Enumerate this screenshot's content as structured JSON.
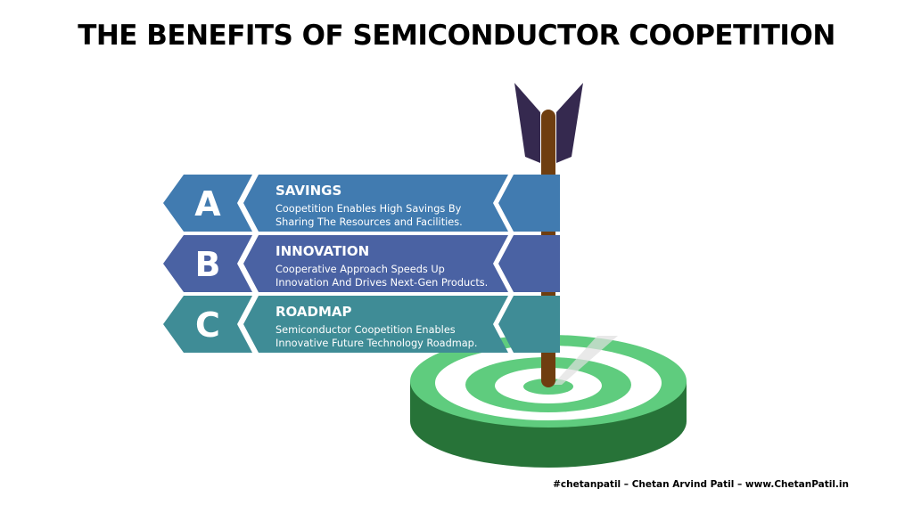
{
  "title": "THE BENEFITS OF SEMICONDUCTOR COOPETITION",
  "items": [
    {
      "letter": "A",
      "heading": "SAVINGS",
      "line1": "Coopetition Enables High Savings By",
      "line2": "Sharing The Resources and Facilities.",
      "color": "#417BB0"
    },
    {
      "letter": "B",
      "heading": "INNOVATION",
      "line1": "Cooperative Approach Speeds Up",
      "line2": "Innovation And Drives Next-Gen Products.",
      "color": "#4A62A3"
    },
    {
      "letter": "C",
      "heading": "ROADMAP",
      "line1": "Semiconductor Coopetition Enables",
      "line2": "Innovative Future Technology Roadmap.",
      "color": "#3F8C96"
    }
  ],
  "footer": "#chetanpatil – Chetan Arvind Patil – www.ChetanPatil.in",
  "colors": {
    "target_light": "#5FCC7E",
    "target_dark": "#277338",
    "shaft": "#6F3E10",
    "fletching": "#35294F"
  }
}
